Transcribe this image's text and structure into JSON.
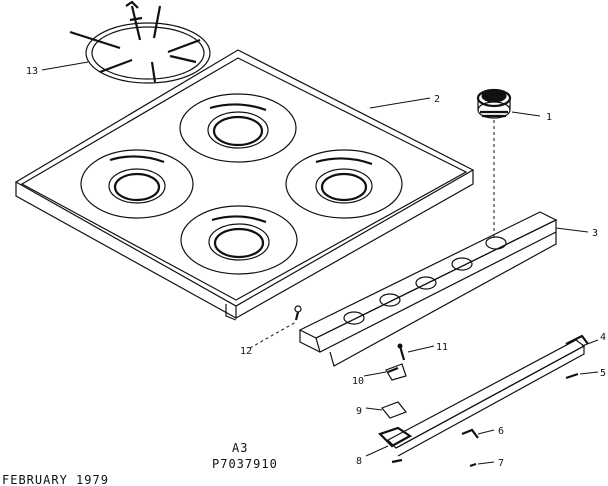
{
  "diagram": {
    "callouts": [
      "1",
      "2",
      "3",
      "4",
      "5",
      "6",
      "7",
      "8",
      "9",
      "10",
      "11",
      "12",
      "13"
    ],
    "page_label": "A3",
    "part_number": "P7037910",
    "date": "FEBRUARY 1979"
  }
}
